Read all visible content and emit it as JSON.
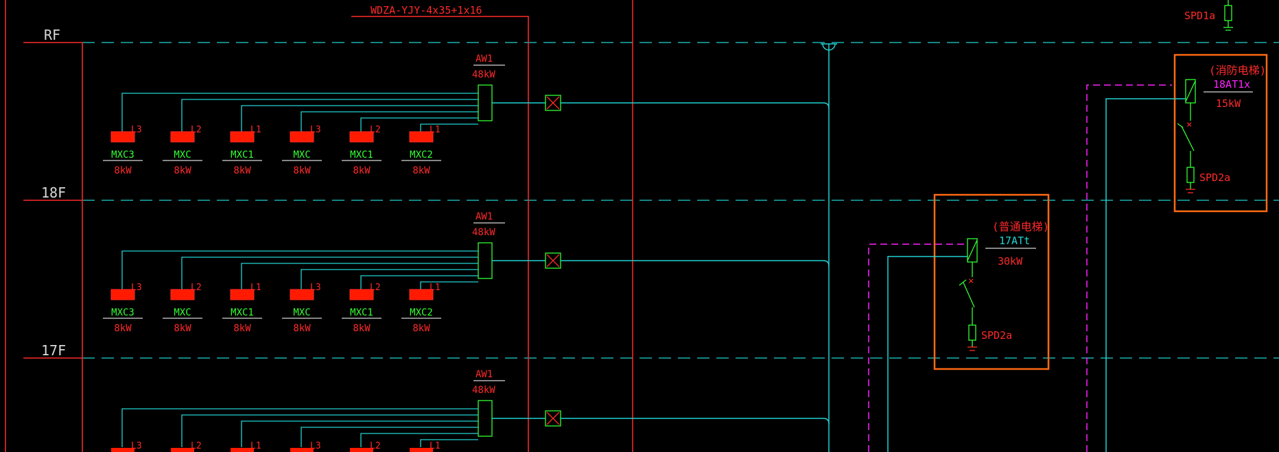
{
  "feeder_cable": "WDZA-YJY-4x35+1x16",
  "floors": [
    {
      "label": "RF"
    },
    {
      "label": "18F"
    },
    {
      "label": "17F"
    }
  ],
  "panels": [
    {
      "name": "AW1",
      "power": "48kW"
    },
    {
      "name": "AW1",
      "power": "48kW"
    },
    {
      "name": "AW1",
      "power": "48kW"
    }
  ],
  "loads": [
    {
      "phase": "L3",
      "name": "MXC3",
      "power": "8kW"
    },
    {
      "phase": "L2",
      "name": "MXC",
      "power": "8kW"
    },
    {
      "phase": "L1",
      "name": "MXC1",
      "power": "8kW"
    },
    {
      "phase": "L3",
      "name": "MXC",
      "power": "8kW"
    },
    {
      "phase": "L2",
      "name": "MXC1",
      "power": "8kW"
    },
    {
      "phase": "L1",
      "name": "MXC2",
      "power": "8kW"
    }
  ],
  "partial_loads_phases": [
    "L3",
    "L2",
    "L1",
    "L3",
    "L2",
    "L1"
  ],
  "fire_elevator": {
    "title": "(消防电梯)",
    "name": "18AT1x",
    "power": "15kW",
    "spd": "SPD2a"
  },
  "normal_elevator": {
    "title": "(普通电梯)",
    "name": "17ATt",
    "power": "30kW",
    "spd": "SPD2a"
  },
  "roof_spd": "SPD1a",
  "colors": {
    "background": "#000000",
    "red": "#ff2a2a",
    "cyan": "#22d3d3",
    "green": "#33ff33",
    "magenta": "#ff22ff",
    "orange": "#ff6a14",
    "load_fill": "#ff1a00"
  }
}
